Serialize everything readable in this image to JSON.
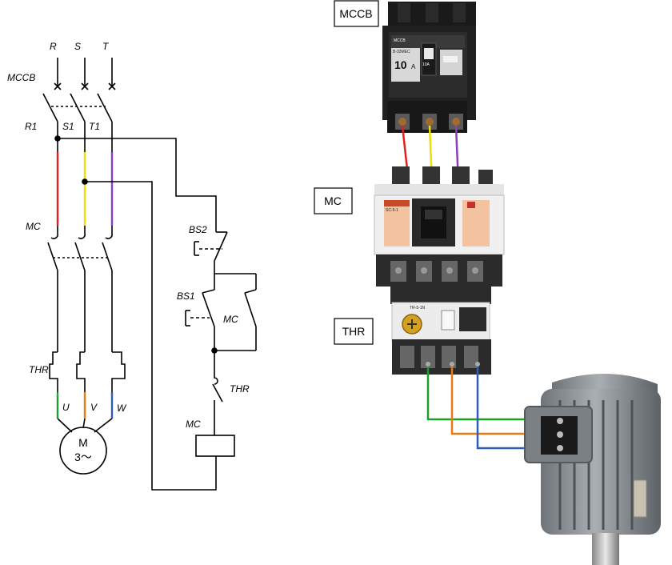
{
  "schematic": {
    "phases": [
      "R",
      "S",
      "T"
    ],
    "breaker": "MCCB",
    "nodes": [
      "R1",
      "S1",
      "T1"
    ],
    "contactor": "MC",
    "overload": "THR",
    "terminals": [
      "U",
      "V",
      "W"
    ],
    "motor_line1": "M",
    "motor_line2": "3～",
    "stop_button": "BS2",
    "start_button": "BS1",
    "aux_contact": "MC",
    "thr_contact": "THR",
    "coil": "MC"
  },
  "photo_labels": {
    "mccb": "MCCB",
    "mc": "MC",
    "thr": "THR"
  },
  "devices": {
    "mccb_model": "B-33MEC",
    "mccb_rating": "10",
    "mccb_unit": "A",
    "mccb_small_rating": "10A",
    "mc_model": "SC-5-1",
    "thr_model": "TR-5-1N"
  },
  "colors": {
    "phase_r": "#e32020",
    "phase_s": "#f0e000",
    "phase_t": "#8b3fbf",
    "u_wire": "#1f9e2f",
    "v_wire": "#e87a12",
    "w_wire": "#2f5db3"
  }
}
